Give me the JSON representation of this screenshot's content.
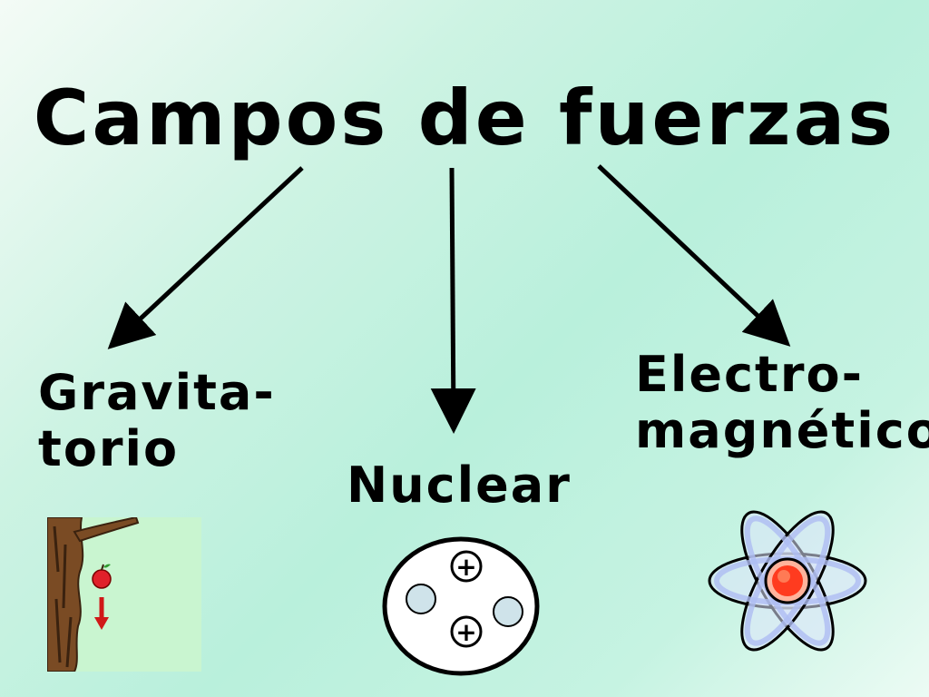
{
  "title": "Campos de fuerzas",
  "branches": {
    "gravitational": {
      "line1": "Gravita-",
      "line2": "torio",
      "illustration": "tree-apple-falling"
    },
    "nuclear": {
      "label": "Nuclear",
      "illustration": "nucleus-protons-neutrons",
      "charge_symbol": "+"
    },
    "electromagnetic": {
      "line1": "Electro-",
      "line2": "magnético",
      "illustration": "atom-orbits"
    }
  },
  "colors": {
    "background": "#b9f0dc",
    "text": "#000000",
    "apple": "#e0202a",
    "proton": "#ffffff",
    "neutron": "#cfe3ea",
    "atom_core": "#ff3b1f",
    "orbit": "#aebdf2"
  }
}
